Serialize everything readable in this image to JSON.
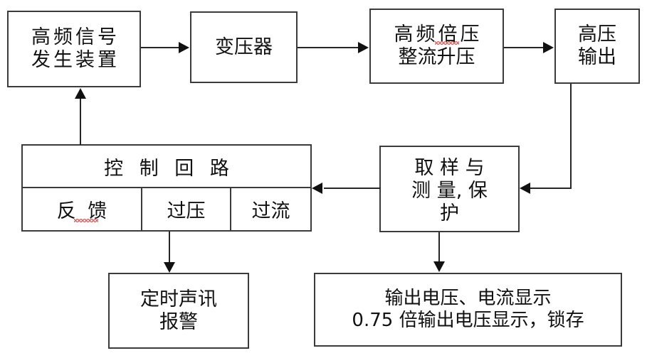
{
  "diagram": {
    "title": "High Frequency High Voltage Power Supply Block Diagram",
    "stroke_color": "#3b3b3b",
    "line_color": "#262626",
    "spellcheck_color": "#e06666",
    "background": "#ffffff"
  },
  "blocks": {
    "hf_signal_generator": {
      "line1": "高频信号",
      "line2": "发生装置"
    },
    "transformer": {
      "line1": "变压器"
    },
    "hf_voltage_multiplier": {
      "line1": "高频倍压",
      "line2": "整流升压"
    },
    "hv_output": {
      "line1": "高压",
      "line2": "输出"
    },
    "control_circuit": {
      "title": "控 制 回 路",
      "cells": [
        {
          "label": "反  馈"
        },
        {
          "label": "过压"
        },
        {
          "label": "过流"
        }
      ]
    },
    "sampling_measurement": {
      "line1": "取 样 与",
      "line2": "测 量, 保",
      "line3": "护"
    },
    "timed_audio_alarm": {
      "line1": "定时声讯",
      "line2": "报警"
    },
    "output_display": {
      "line1": "输出电压、电流显示",
      "line2": "0.75 倍输出电压显示，锁存"
    }
  },
  "connections": [
    {
      "from": "hf_signal_generator",
      "to": "transformer",
      "direction": "right"
    },
    {
      "from": "transformer",
      "to": "hf_voltage_multiplier",
      "direction": "right"
    },
    {
      "from": "hf_voltage_multiplier",
      "to": "hv_output",
      "direction": "right"
    },
    {
      "from": "hv_output",
      "to": "sampling_measurement",
      "direction": "down-left"
    },
    {
      "from": "sampling_measurement",
      "to": "control_circuit",
      "direction": "left"
    },
    {
      "from": "control_circuit",
      "to": "hf_signal_generator",
      "direction": "up"
    },
    {
      "from": "control_circuit",
      "to": "timed_audio_alarm",
      "direction": "down"
    },
    {
      "from": "sampling_measurement",
      "to": "output_display",
      "direction": "down"
    }
  ]
}
